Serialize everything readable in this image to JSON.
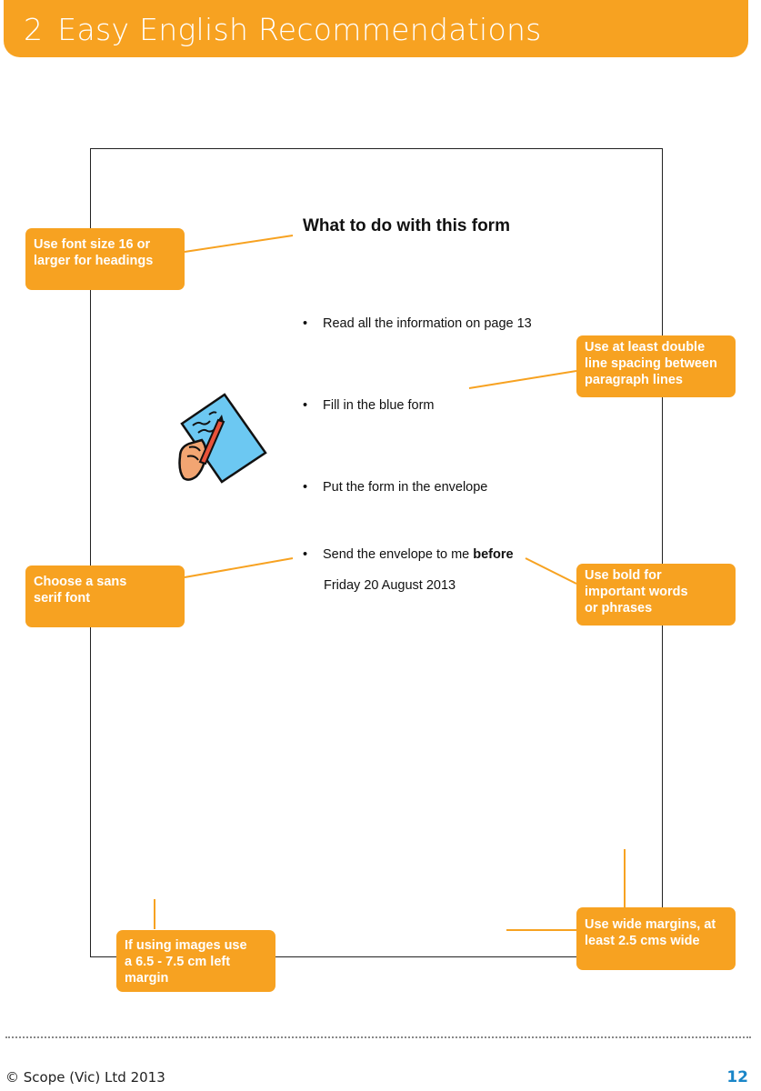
{
  "header": {
    "number": "2",
    "title": "Easy English Recommendations"
  },
  "form": {
    "heading": "What to do with this form",
    "bullet_char": "•",
    "items": [
      {
        "text": "Read all the information on page  13"
      },
      {
        "text": "Fill in the blue form"
      },
      {
        "text": "Put the form in the envelope"
      },
      {
        "text": "Send the envelope to me ",
        "bold": "before",
        "line2": "Friday  20  August  2013"
      }
    ]
  },
  "callouts": {
    "font_size": "Use font size 16 or larger for headings",
    "line_spacing": "Use at least double line spacing between paragraph lines",
    "sans_serif": "Choose a sans serif font",
    "bold": "Use bold for important words or phrases",
    "image_margin": "If using images use a 6.5 - 7.5 cm left margin",
    "wide_margins": "Use wide margins, at least 2.5 cms wide"
  },
  "footer": {
    "copyright": "© Scope (Vic) Ltd 2013",
    "page_number": "12"
  },
  "colors": {
    "accent": "#F7A221",
    "page_number": "#1a86c8",
    "form_paper": "#6CC8F2"
  },
  "icons": {
    "illustration": "hand-writing-on-form-icon"
  }
}
